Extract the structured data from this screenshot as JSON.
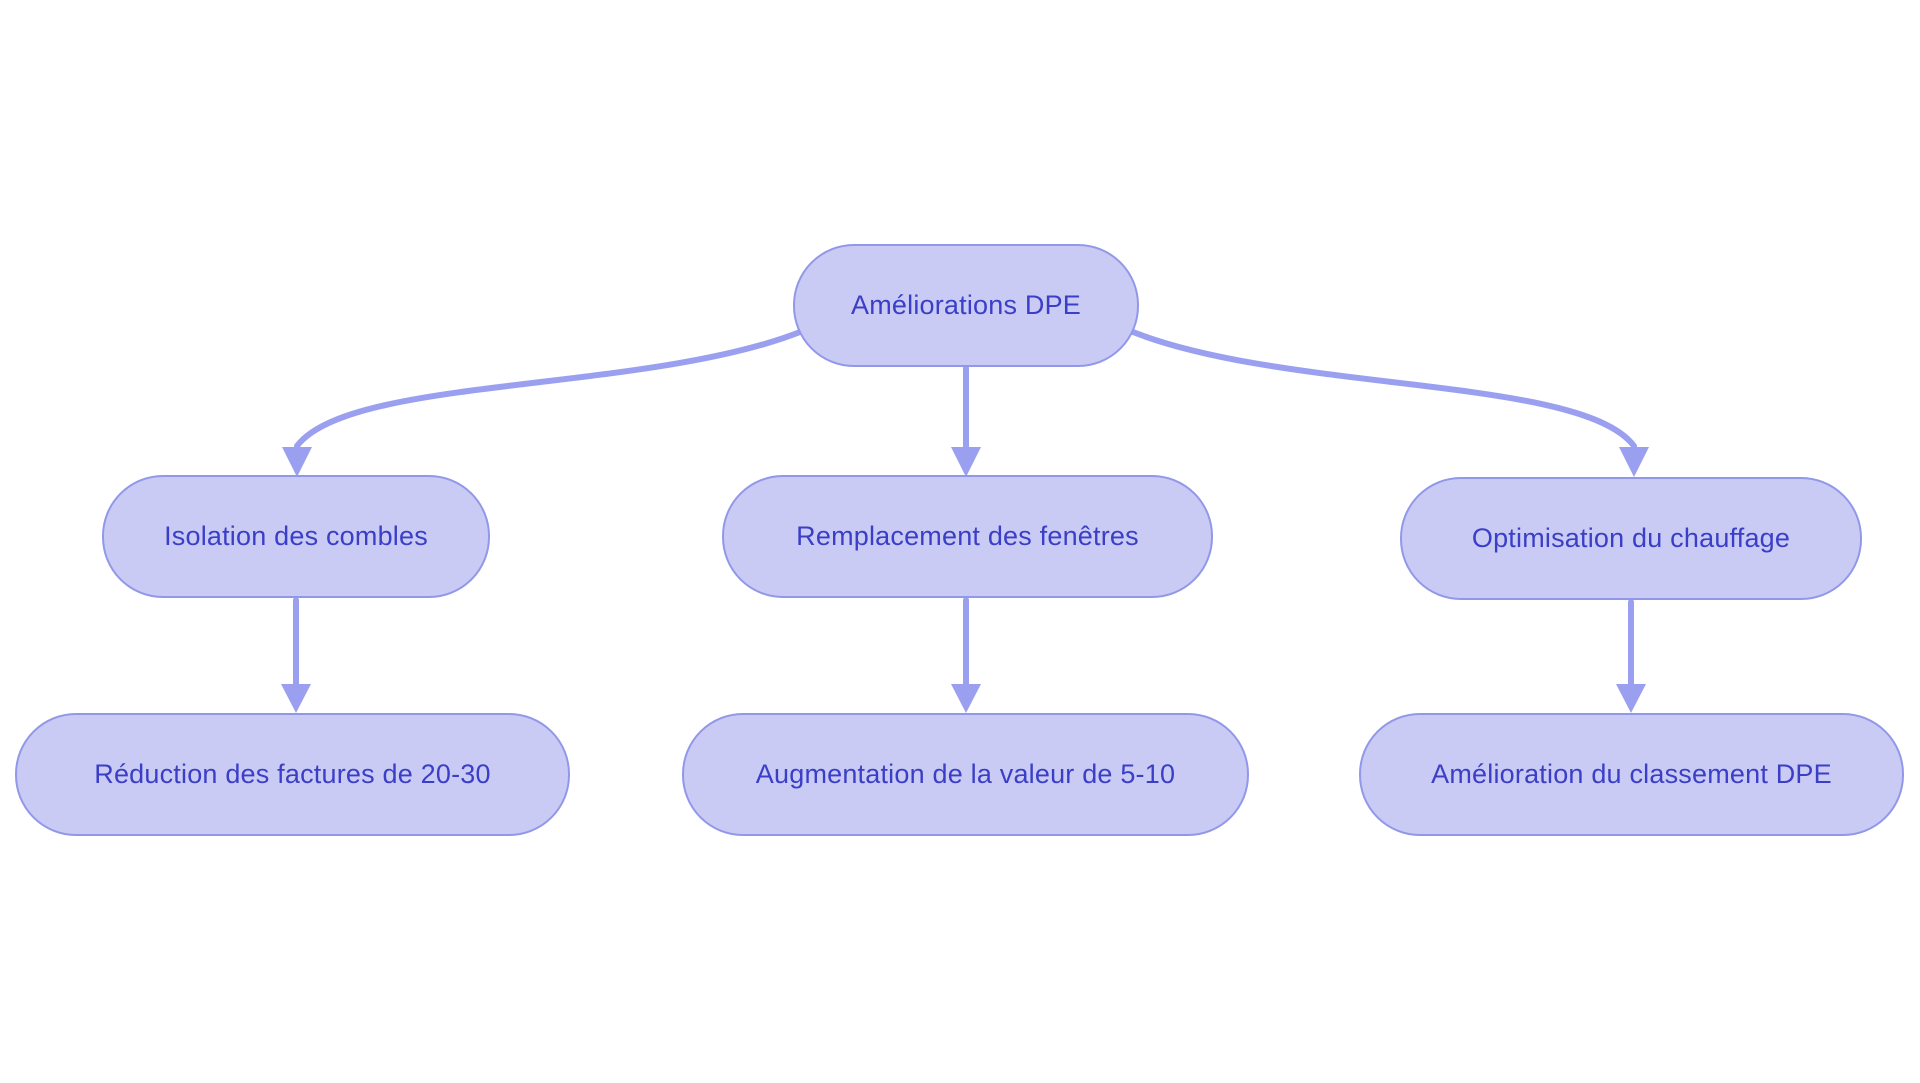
{
  "diagram": {
    "type": "flowchart",
    "direction": "top-down",
    "colors": {
      "background": "#ffffff",
      "node_fill": "#c9cbf4",
      "node_border": "#9298e9",
      "node_text": "#3b3ec6",
      "connector": "#9aa0ef"
    },
    "nodes": [
      {
        "id": "root",
        "label": "Améliorations DPE"
      },
      {
        "id": "isolation",
        "label": "Isolation des combles"
      },
      {
        "id": "fenetres",
        "label": "Remplacement des fenêtres"
      },
      {
        "id": "chauffage",
        "label": "Optimisation du chauffage"
      },
      {
        "id": "factures",
        "label": "Réduction des factures de 20-30"
      },
      {
        "id": "valeur",
        "label": "Augmentation de la valeur de 5-10"
      },
      {
        "id": "classement",
        "label": "Amélioration du classement DPE"
      }
    ],
    "edges": [
      {
        "from": "root",
        "to": "isolation"
      },
      {
        "from": "root",
        "to": "fenetres"
      },
      {
        "from": "root",
        "to": "chauffage"
      },
      {
        "from": "isolation",
        "to": "factures"
      },
      {
        "from": "fenetres",
        "to": "valeur"
      },
      {
        "from": "chauffage",
        "to": "classement"
      }
    ]
  }
}
